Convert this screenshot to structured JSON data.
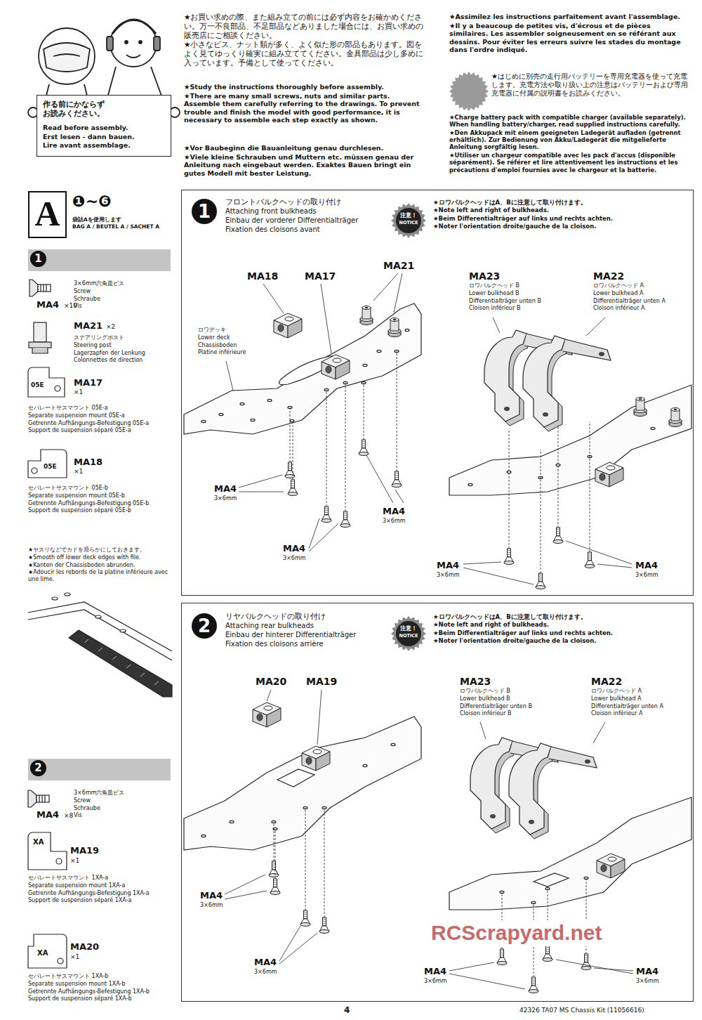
{
  "diagram": {
    "nodes": [
      {
        "text": [
          "作る前にかならず お読みください。",
          "Read before assembly.",
          "Erst lesen - dann bauen.",
          "Lire avant assemblage."
        ]
      },
      {
        "text": [
          "A"
        ]
      },
      {
        "text": [
          "1"
        ]
      },
      {
        "text": [
          "1",
          "フロントバルクヘッドの取り付け",
          "Attaching front bulkheads",
          "Einbau der vorderer Differentialträger",
          "Fixation des cloisons avant"
        ]
      },
      {
        "text": [
          "注意！",
          "NOTICE"
        ],
        "in": 3
      },
      {
        "text": [
          "2",
          "リヤバルクヘッドの取り付け",
          "Attaching rear bulkheads",
          "Einbau der hinterer Differentialträger",
          "Fixation des cloisons arrière"
        ]
      },
      {
        "text": [
          "注意！",
          "NOTICE"
        ],
        "in": 5
      },
      {
        "text": [
          "2"
        ]
      }
    ],
    "labels": [
      "★お買い求めの際、また組み立ての前には必ず内容をお確かめください。万一不良部品、不足部品などありました場合には、お買い求めの販売店にご相談ください。",
      "★小さなビス、ナット類が多く、よく似た形の部品もあります。図をよく見てゆっくり確実に組み立ててください。金具部品は少し多めに入っています。予備として使ってください。",
      "★Study the instructions thoroughly before assembly.",
      "★There are many small screws, nuts and similar parts. Assemble them carefully referring to the drawings. To prevent trouble and finish the model with good performance, it is necessary to assemble each step exactly as shown.",
      "★Vor Baubeginn die Bauanleitung genau durchlesen.",
      "★Viele kleine Schrauben und Muttern etc. müssen genau der Anleitung nach eingebaut werden. Exaktes Bauen bringt ein gutes Modell mit bester Leistung.",
      "★Assimilez les instructions parfaitement avant l'assemblage.",
      "★Il y a beaucoup de petites vis, d'écrous et de pièces similaires. Les assembler soigneusement en se référant aux dessins. Pour éviter les erreurs suivre les stades du montage dans l'ordre indiqué.",
      "★はじめに別売の走行用バッテリーを専用充電器を使って充電します。充電方法や取り扱い上の注意はバッテリーおよび専用充電器に付属の説明書をお読みください。",
      "★Charge battery pack with compatible charger (available separately). When handling battery/charger, read supplied instructions carefully.",
      "★Den Akkupack mit einem geeigneten Ladegerät aufladen (getrennt erhältlich). Zur Bedienung von Akku/Ladegerät die mitgelieferte Anleitung sorgfältig lesen.",
      "★Utiliser un chargeur compatible avec les pack d'accus (disponible séparément). Se référer et lire attentivement les instructions et les précautions d'emploi fournies avec le chargeur et la batterie.",
      "❶~❻",
      "袋詰Aを使用します",
      "BAG A / BEUTEL A / SACHET A",
      "3×6mm六角皿ビス",
      "Screw",
      "Schraube",
      "Vis",
      "MA4",
      "×10",
      "MA21",
      "×2",
      "ステアリングポスト",
      "Steering post",
      "Lagerzapfen der Lenkung",
      "Colonnettes de direction",
      "05E",
      "MA17",
      "×1",
      "セパレートサスマウント 05E-a",
      "Separate suspension mount 05E-a",
      "Getrennte Aufhängungs-Befestigung 05E-a",
      "Support de suspension séparé 05E-a",
      "05E",
      "MA18",
      "×1",
      "セパレートサスマウント 05E-b",
      "Separate suspension mount 05E-b",
      "Getrennte Aufhängungs-Befestigung 05E-b",
      "Support de suspension séparé 05E-b",
      "★ヤスリなどでカドを滑らかにしておきます。",
      "★Smooth off lower deck edges with file.",
      "★Kanten der Chassisboden abrunden.",
      "★Adoucir les rebords de la platine inférieure avec une lime.",
      "3×6mm六角皿ビス",
      "Screw",
      "Schraube",
      "Vis",
      "MA4",
      "×8",
      "XA",
      "MA19",
      "×1",
      "セパレートサスマウント 1XA-a",
      "Separate suspension mount 1XA-a",
      "Getrennte Aufhängungs-Befestigung 1XA-a",
      "Support de suspension séparé 1XA-a",
      "XA",
      "MA20",
      "×1",
      "セパレートサスマウント 1XA-b",
      "Separate suspension mount 1XA-b",
      "Getrennte Aufhängungs-Befestigung 1XA-b",
      "Support de suspension séparé 1XA-b",
      "★ロワバルクヘッドはA、Bに注意して取り付けます。",
      "★Note left and right of bulkheads.",
      "★Beim Differentialträger auf links und rechts achten.",
      "★Noter l'orientation droite/gauche de la cloison.",
      "MA18",
      "MA17",
      "MA21",
      "ロワデッキ",
      "Lower deck",
      "Chassisboden",
      "Platine inférieure",
      "MA4",
      "3×6mm",
      "MA4",
      "3×6mm",
      "MA4",
      "3×6mm",
      "MA23",
      "ロワバルクヘッド B",
      "Lower bulkhead B",
      "Differentialträger unten B",
      "Cloison inférieur B",
      "MA22",
      "ロワバルクヘッド A",
      "Lower bulkhead A",
      "Differentialträger unten A",
      "Cloison inférieur A",
      "MA4",
      "3×6mm",
      "MA4",
      "3×6mm",
      "★ロワバルクヘッドはA、Bに注意して取り付けます。",
      "★Note left and right of bulkheads.",
      "★Beim Differentialträger auf links und rechts achten.",
      "★Noter l'orientation droite/gauche de la cloison.",
      "MA20",
      "MA19",
      "MA4",
      "3×6mm",
      "MA4",
      "3×6mm",
      "MA23",
      "ロワバルクヘッド B",
      "Lower bulkhead B",
      "Differentialträger unten B",
      "Cloison inférieur B",
      "MA22",
      "ロワバルクヘッド A",
      "Lower bulkhead A",
      "Differentialträger unten A",
      "Cloison inférieur A",
      "MA4",
      "3×6mm",
      "MA4",
      "3×6mm",
      "4",
      "42326 TA07 MS Chassis Kit (11056616)",
      "RCScrapyard.net"
    ]
  }
}
